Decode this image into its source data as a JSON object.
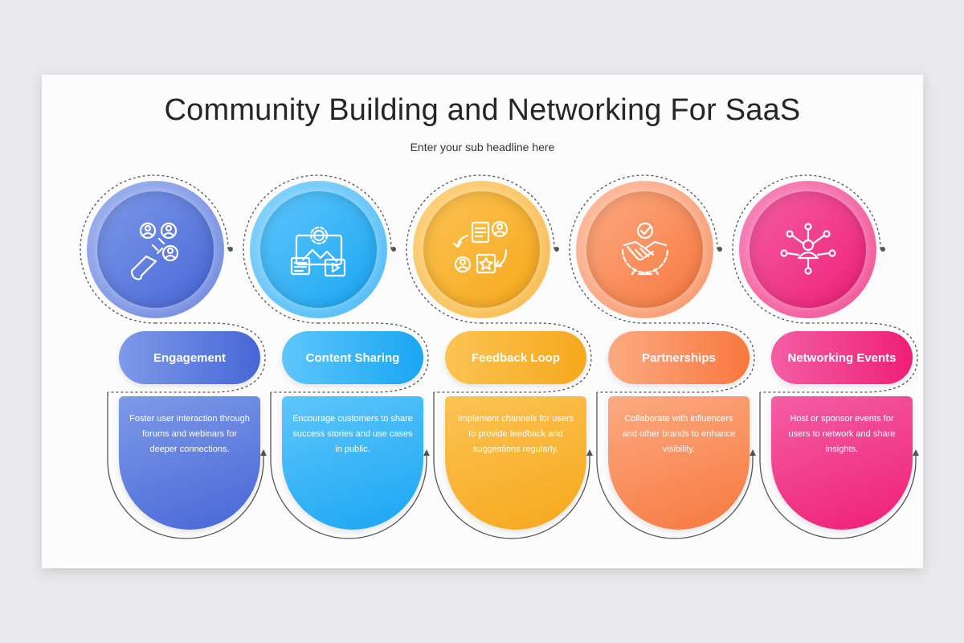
{
  "title": "Community Building and Networking For SaaS",
  "subtitle": "Enter your sub headline here",
  "steps": [
    {
      "label": "Engagement",
      "description": "Foster user interaction through forums and webinars for deeper connections.",
      "icon": "user-network-magnet-icon",
      "color_start": "#7e9ae8",
      "color_end": "#4766d6"
    },
    {
      "label": "Content Sharing",
      "description": "Encourage customers to share success stories and use cases in public.",
      "icon": "content-media-icon",
      "color_start": "#5ec6fb",
      "color_end": "#1aa6f3"
    },
    {
      "label": "Feedback Loop",
      "description": "Implement channels for users to provide feedback and suggestions regularly.",
      "icon": "feedback-loop-icon",
      "color_start": "#fcc353",
      "color_end": "#f6a81c"
    },
    {
      "label": "Partnerships",
      "description": "Collaborate with influencers and other brands to enhance visibility.",
      "icon": "handshake-gear-icon",
      "color_start": "#fcaa82",
      "color_end": "#f7783e"
    },
    {
      "label": "Networking Events",
      "description": "Host or sponsor events for users to network and share insights.",
      "icon": "network-hub-icon",
      "color_start": "#f45ea4",
      "color_end": "#ee1f77"
    }
  ]
}
